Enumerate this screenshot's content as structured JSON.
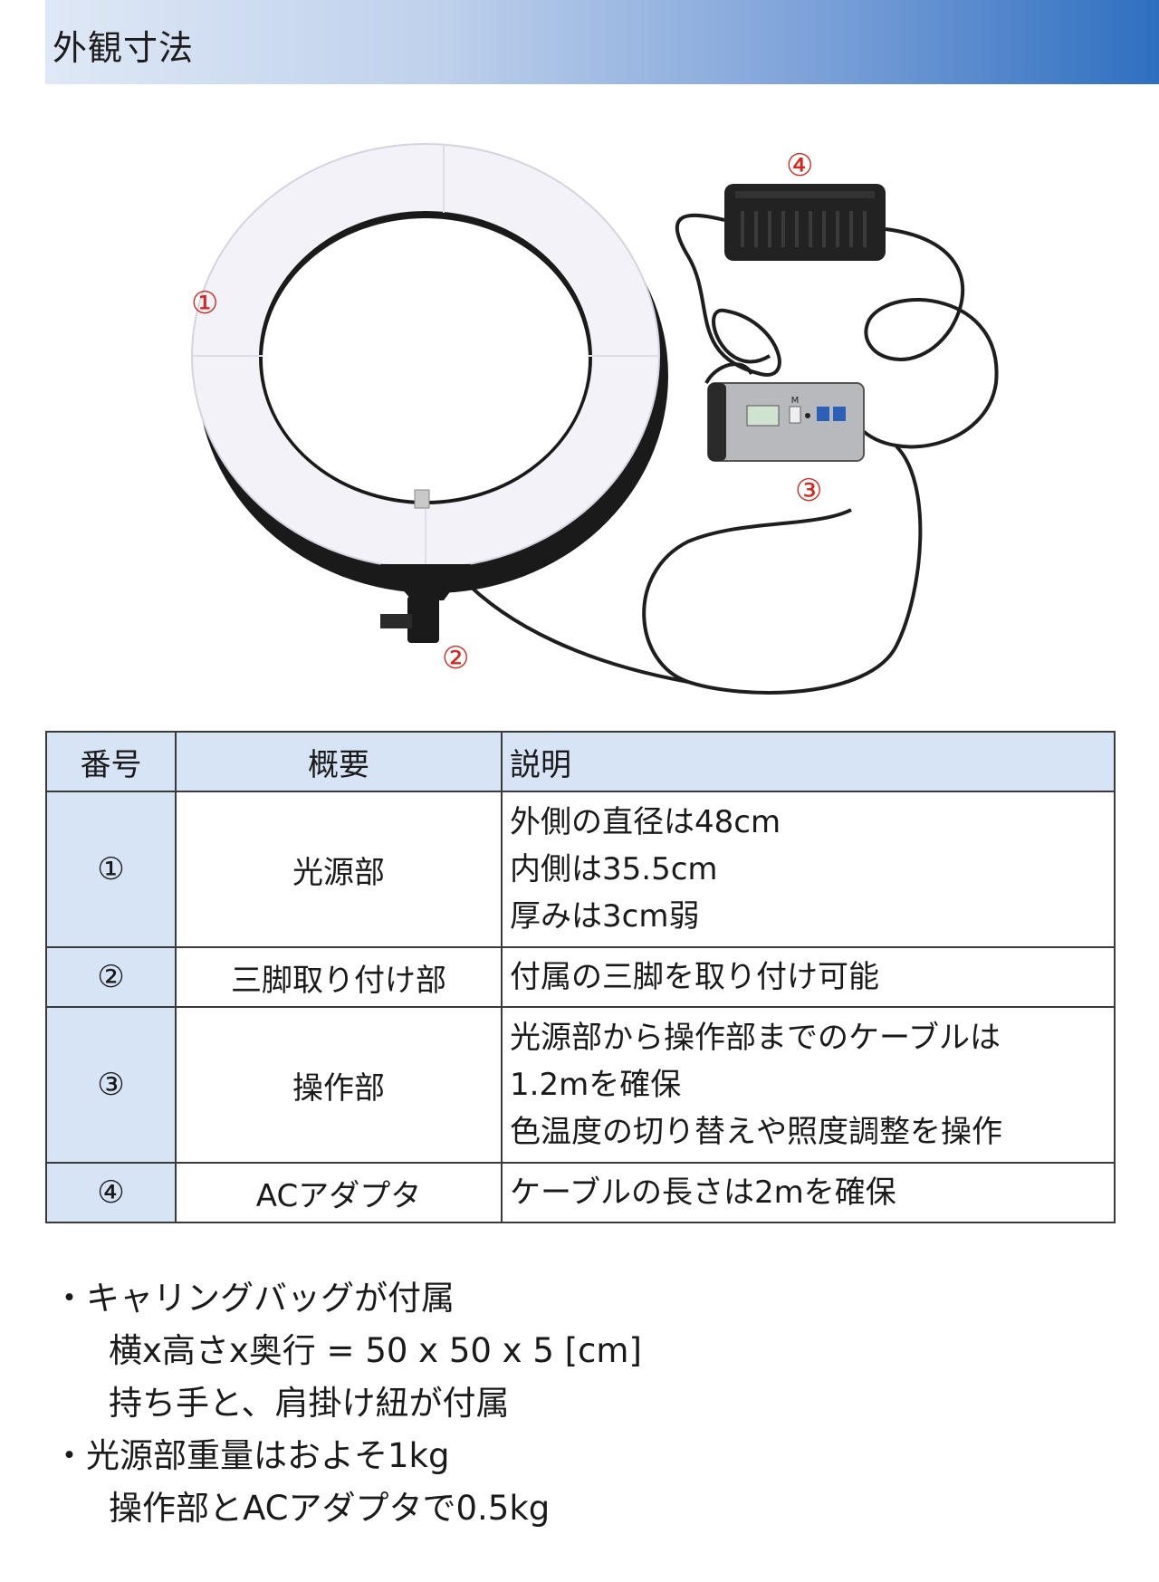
{
  "header": {
    "title": "外観寸法"
  },
  "photo": {
    "callouts": [
      "①",
      "②",
      "③",
      "④"
    ],
    "controller_button_label": "M"
  },
  "table": {
    "headers": [
      "番号",
      "概要",
      "説明"
    ],
    "rows": [
      {
        "num": "①",
        "summary": "光源部",
        "desc": [
          "外側の直径は48cm",
          "内側は35.5cm",
          "厚みは3cm弱"
        ]
      },
      {
        "num": "②",
        "summary": "三脚取り付け部",
        "desc": [
          "付属の三脚を取り付け可能"
        ]
      },
      {
        "num": "③",
        "summary": "操作部",
        "desc": [
          "光源部から操作部までのケーブルは",
          "1.2mを確保",
          "色温度の切り替えや照度調整を操作"
        ]
      },
      {
        "num": "④",
        "summary": "ACアダプタ",
        "desc": [
          "ケーブルの長さは2mを確保"
        ]
      }
    ]
  },
  "notes": [
    "・キャリングバッグが付属",
    "横x高さx奥行 = 50 x 50 x 5 [cm]",
    "持ち手と、肩掛け紐が付属",
    "・光源部重量はおよそ1kg",
    "操作部とACアダプタで0.5kg"
  ],
  "colors": {
    "header_end": "#2e6fc0",
    "header_start": "#dfe8f6",
    "callout": "#d7261e",
    "table_head": "#d7e4f6"
  }
}
